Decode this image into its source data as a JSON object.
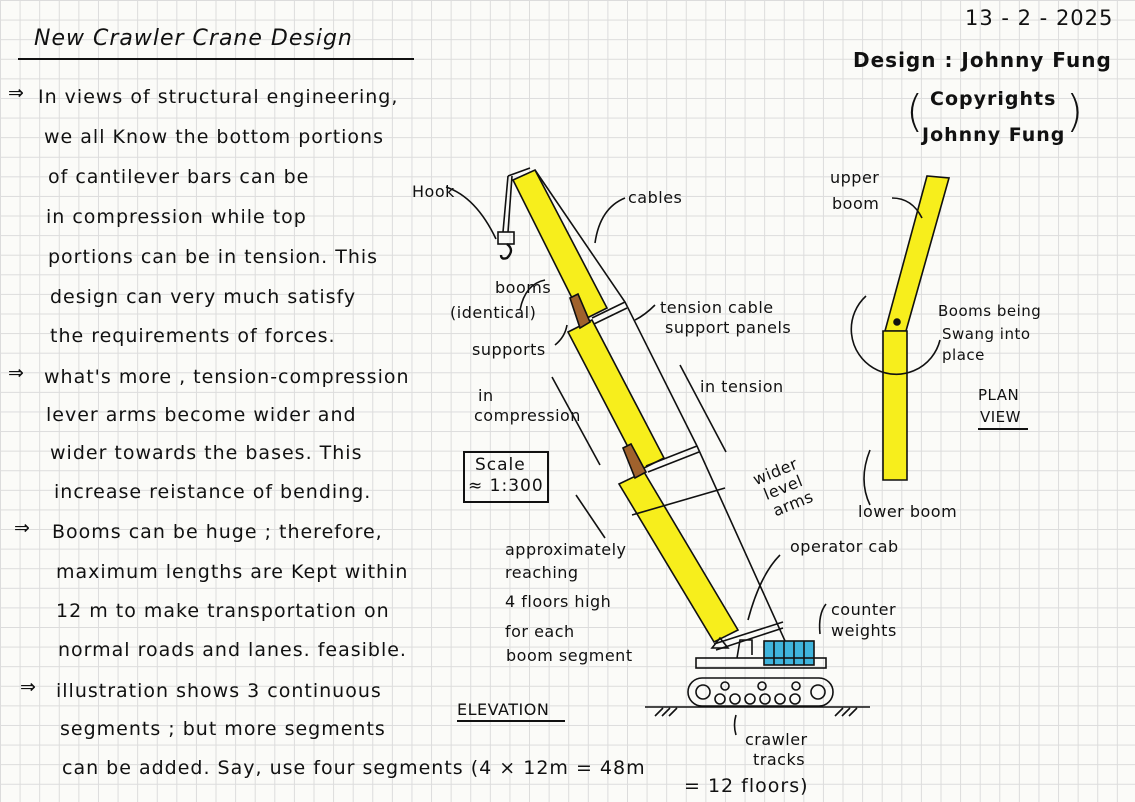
{
  "title": "New Crawler Crane Design",
  "date": "13 - 2 - 2025",
  "designer": "Design : Johnny Fung",
  "copyright_line1": "Copyrights",
  "copyright_line2": "Johnny Fung",
  "notes": [
    "In views of structural engineering,",
    "we all Know the bottom portions",
    "of cantilever bars can be",
    "in compression while top",
    "portions can be in tension. This",
    "design can very much satisfy",
    "the requirements of forces.",
    "what's more , tension-compression",
    "lever arms become wider and",
    "wider towards the bases. This",
    "increase reistance of bending.",
    "Booms can be huge ; therefore,",
    "maximum lengths are Kept within",
    "12 m to make transportation on",
    "normal roads and lanes. feasible.",
    "illustration shows 3 continuous",
    "segments ; but more segments",
    "can be added. Say, use four segments (4 × 12m = 48m",
    "= 12 floors)"
  ],
  "bullet": "⇒",
  "labels": {
    "hook": "Hook",
    "cables": "cables",
    "booms": "booms",
    "identical": "(identical)",
    "supports": "supports",
    "tension_panels_1": "tension cable",
    "tension_panels_2": "support panels",
    "in_tension": "in tension",
    "in_compression_1": "in",
    "in_compression_2": "compression",
    "scale_1": "Scale",
    "scale_2": "≈ 1:300",
    "wider_1": "wider",
    "wider_2": "level",
    "wider_3": "arms",
    "approx": [
      "approximately",
      "reaching",
      "4 floors high",
      "for each",
      "boom segment"
    ],
    "operator_cab": "operator cab",
    "counter_1": "counter",
    "counter_2": "weights",
    "elevation": "ELEVATION",
    "crawler_1": "crawler",
    "crawler_2": "tracks",
    "upper_boom_1": "upper",
    "upper_boom_2": "boom",
    "swang_1": "Booms being",
    "swang_2": "Swang into",
    "swang_3": "place",
    "plan_1": "PLAN",
    "plan_2": "VIEW",
    "lower_boom": "lower boom"
  },
  "colors": {
    "boom": "#f7ee1c",
    "support": "#a0622d",
    "counterweight": "#3fb4dc"
  }
}
